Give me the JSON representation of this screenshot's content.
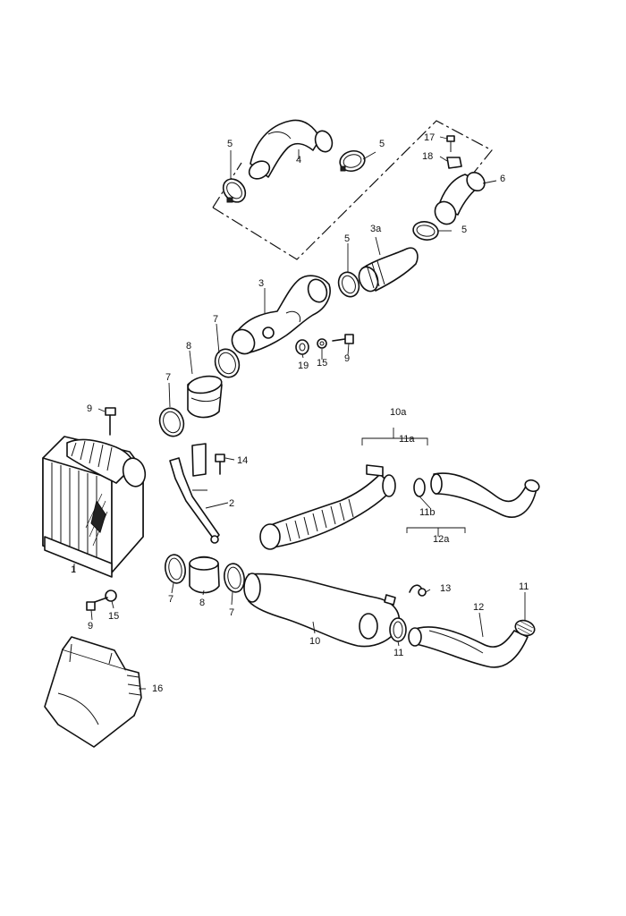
{
  "diagram": {
    "callouts": {
      "c_5a": "5",
      "c_4": "4",
      "c_5b": "5",
      "c_17": "17",
      "c_18": "18",
      "c_6": "6",
      "c_5c": "5",
      "c_3a": "3a",
      "c_5d": "5",
      "c_3": "3",
      "c_7a": "7",
      "c_8a": "8",
      "c_7b": "7",
      "c_19": "19",
      "c_15a": "15",
      "c_9a": "9",
      "c_9b": "9",
      "c_10a": "10a",
      "c_11a": "11a",
      "c_14": "14",
      "c_2": "2",
      "c_11b": "11b",
      "c_12a": "12a",
      "c_1": "1",
      "c_7c": "7",
      "c_8b": "8",
      "c_7d": "7",
      "c_13": "13",
      "c_11": "11",
      "c_12": "12",
      "c_10": "10",
      "c_11c": "11",
      "c_15b": "15",
      "c_9c": "9",
      "c_16": "16"
    }
  }
}
